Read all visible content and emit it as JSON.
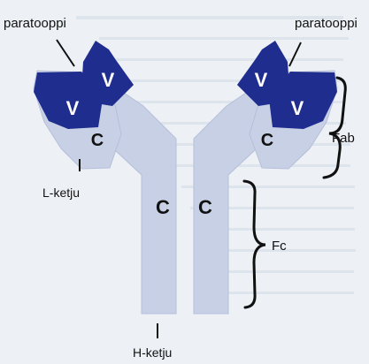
{
  "labels": {
    "paratope_left": "paratooppi",
    "paratope_right": "paratooppi",
    "light_chain": "L-ketju",
    "heavy_chain": "H-ketju",
    "fab": "Fab",
    "fc": "Fc"
  },
  "domains": {
    "variable": "V",
    "constant": "C"
  },
  "colors": {
    "background": "#edf1f5",
    "variable_region": "#1f2d8f",
    "constant_region": "#c8d0e6",
    "text": "#111111",
    "domain_text": "#ffffff"
  }
}
